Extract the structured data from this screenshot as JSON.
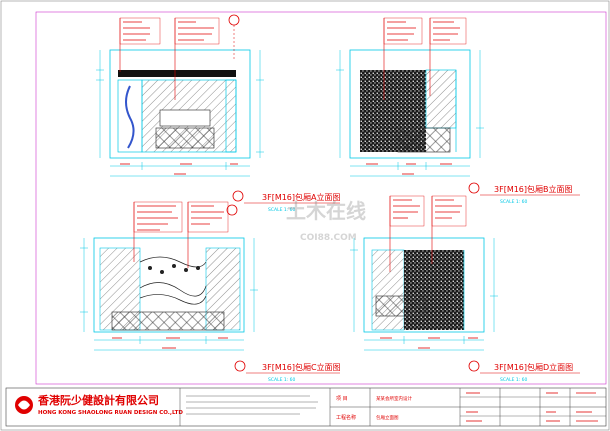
{
  "elevations": {
    "a": {
      "title": "3F[M16]包厢A立面图",
      "scale": "SCALE 1: 60"
    },
    "b": {
      "title": "3F[M16]包厢B立面图",
      "scale": "SCALE 1: 60"
    },
    "c": {
      "title": "3F[M16]包厢C立面图",
      "scale": "SCALE 1: 60"
    },
    "d": {
      "title": "3F[M16]包厢D立面图",
      "scale": "SCALE 1: 60"
    }
  },
  "watermark": {
    "main": "土木在线",
    "sub": "COI88.COM"
  },
  "title_block": {
    "company_cn": "香港阮少健設計有限公司",
    "company_en": "HONG KONG SHAOLONG RUAN DESIGN CO.,LTD",
    "project_label": "项 目",
    "drawing_label": "工程名称",
    "project_value": "某某会所室内设计",
    "drawing_value": "包厢立面图"
  },
  "colors": {
    "cyan": "#00c8e6",
    "red": "#e00000",
    "magenta": "#cc33cc",
    "blue": "#3355cc",
    "black": "#000000"
  }
}
